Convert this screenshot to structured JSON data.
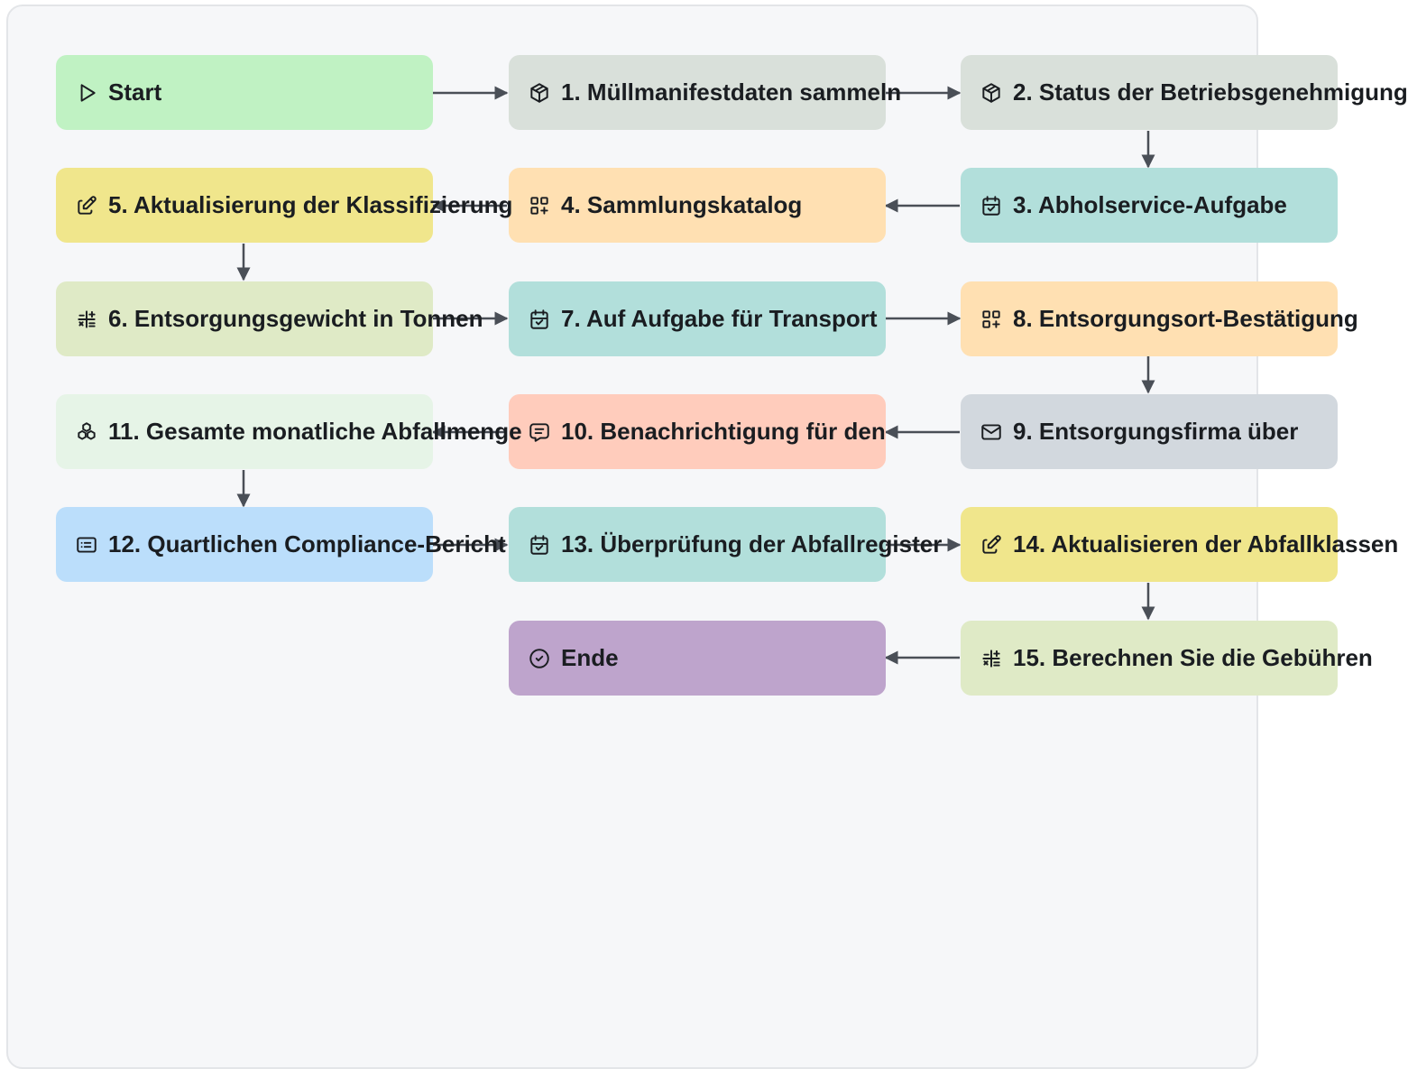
{
  "colors": {
    "start": "#c0f2c3",
    "neutral": "#d9e0da",
    "teal": "#b2dfdb",
    "orange": "#ffe0b2",
    "yellow": "#f0e68c",
    "lime": "#dfeac6",
    "mint": "#e6f4e7",
    "salmon": "#ffccbc",
    "grey": "#d2d8de",
    "blue": "#bbdefb",
    "purple": "#bea4cc",
    "edge": "#4a4f57"
  },
  "nodes": [
    {
      "id": "start",
      "label": "Start",
      "icon": "play-icon",
      "color": "start"
    },
    {
      "id": "n1",
      "label": "1. Müllmanifestdaten sammeln",
      "icon": "package-icon",
      "color": "neutral"
    },
    {
      "id": "n2",
      "label": "2. Status der Betriebsgenehmigung",
      "icon": "package-icon",
      "color": "neutral"
    },
    {
      "id": "n3",
      "label": "3. Abholservice-Aufgabe",
      "icon": "calendar-check-icon",
      "color": "teal"
    },
    {
      "id": "n4",
      "label": "4. Sammlungskatalog",
      "icon": "apps-add-icon",
      "color": "orange"
    },
    {
      "id": "n5",
      "label": "5. Aktualisierung der Klassifizierung",
      "icon": "edit-icon",
      "color": "yellow"
    },
    {
      "id": "n6",
      "label": "6. Entsorgungsgewicht in Tonnen",
      "icon": "calculator-icon",
      "color": "lime"
    },
    {
      "id": "n7",
      "label": "7. Auf Aufgabe für Transport",
      "icon": "calendar-check-icon",
      "color": "teal"
    },
    {
      "id": "n8",
      "label": "8. Entsorgungsort-Bestätigung",
      "icon": "apps-add-icon",
      "color": "orange"
    },
    {
      "id": "n9",
      "label": "9. Entsorgungsfirma über",
      "icon": "mail-icon",
      "color": "grey"
    },
    {
      "id": "n10",
      "label": "10. Benachrichtigung für den",
      "icon": "sms-icon",
      "color": "salmon"
    },
    {
      "id": "n11",
      "label": "11. Gesamte monatliche Abfallmenge",
      "icon": "boxes-icon",
      "color": "mint"
    },
    {
      "id": "n12",
      "label": "12. Quartlichen Compliance-Bericht",
      "icon": "list-details-icon",
      "color": "blue"
    },
    {
      "id": "n13",
      "label": "13. Überprüfung der Abfallregister",
      "icon": "calendar-check-icon",
      "color": "teal"
    },
    {
      "id": "n14",
      "label": "14. Aktualisieren der Abfallklassen",
      "icon": "edit-icon",
      "color": "yellow"
    },
    {
      "id": "n15",
      "label": "15. Berechnen Sie die Gebühren",
      "icon": "calculator-icon",
      "color": "lime"
    },
    {
      "id": "end",
      "label": "Ende",
      "icon": "circle-check-icon",
      "color": "purple"
    }
  ]
}
